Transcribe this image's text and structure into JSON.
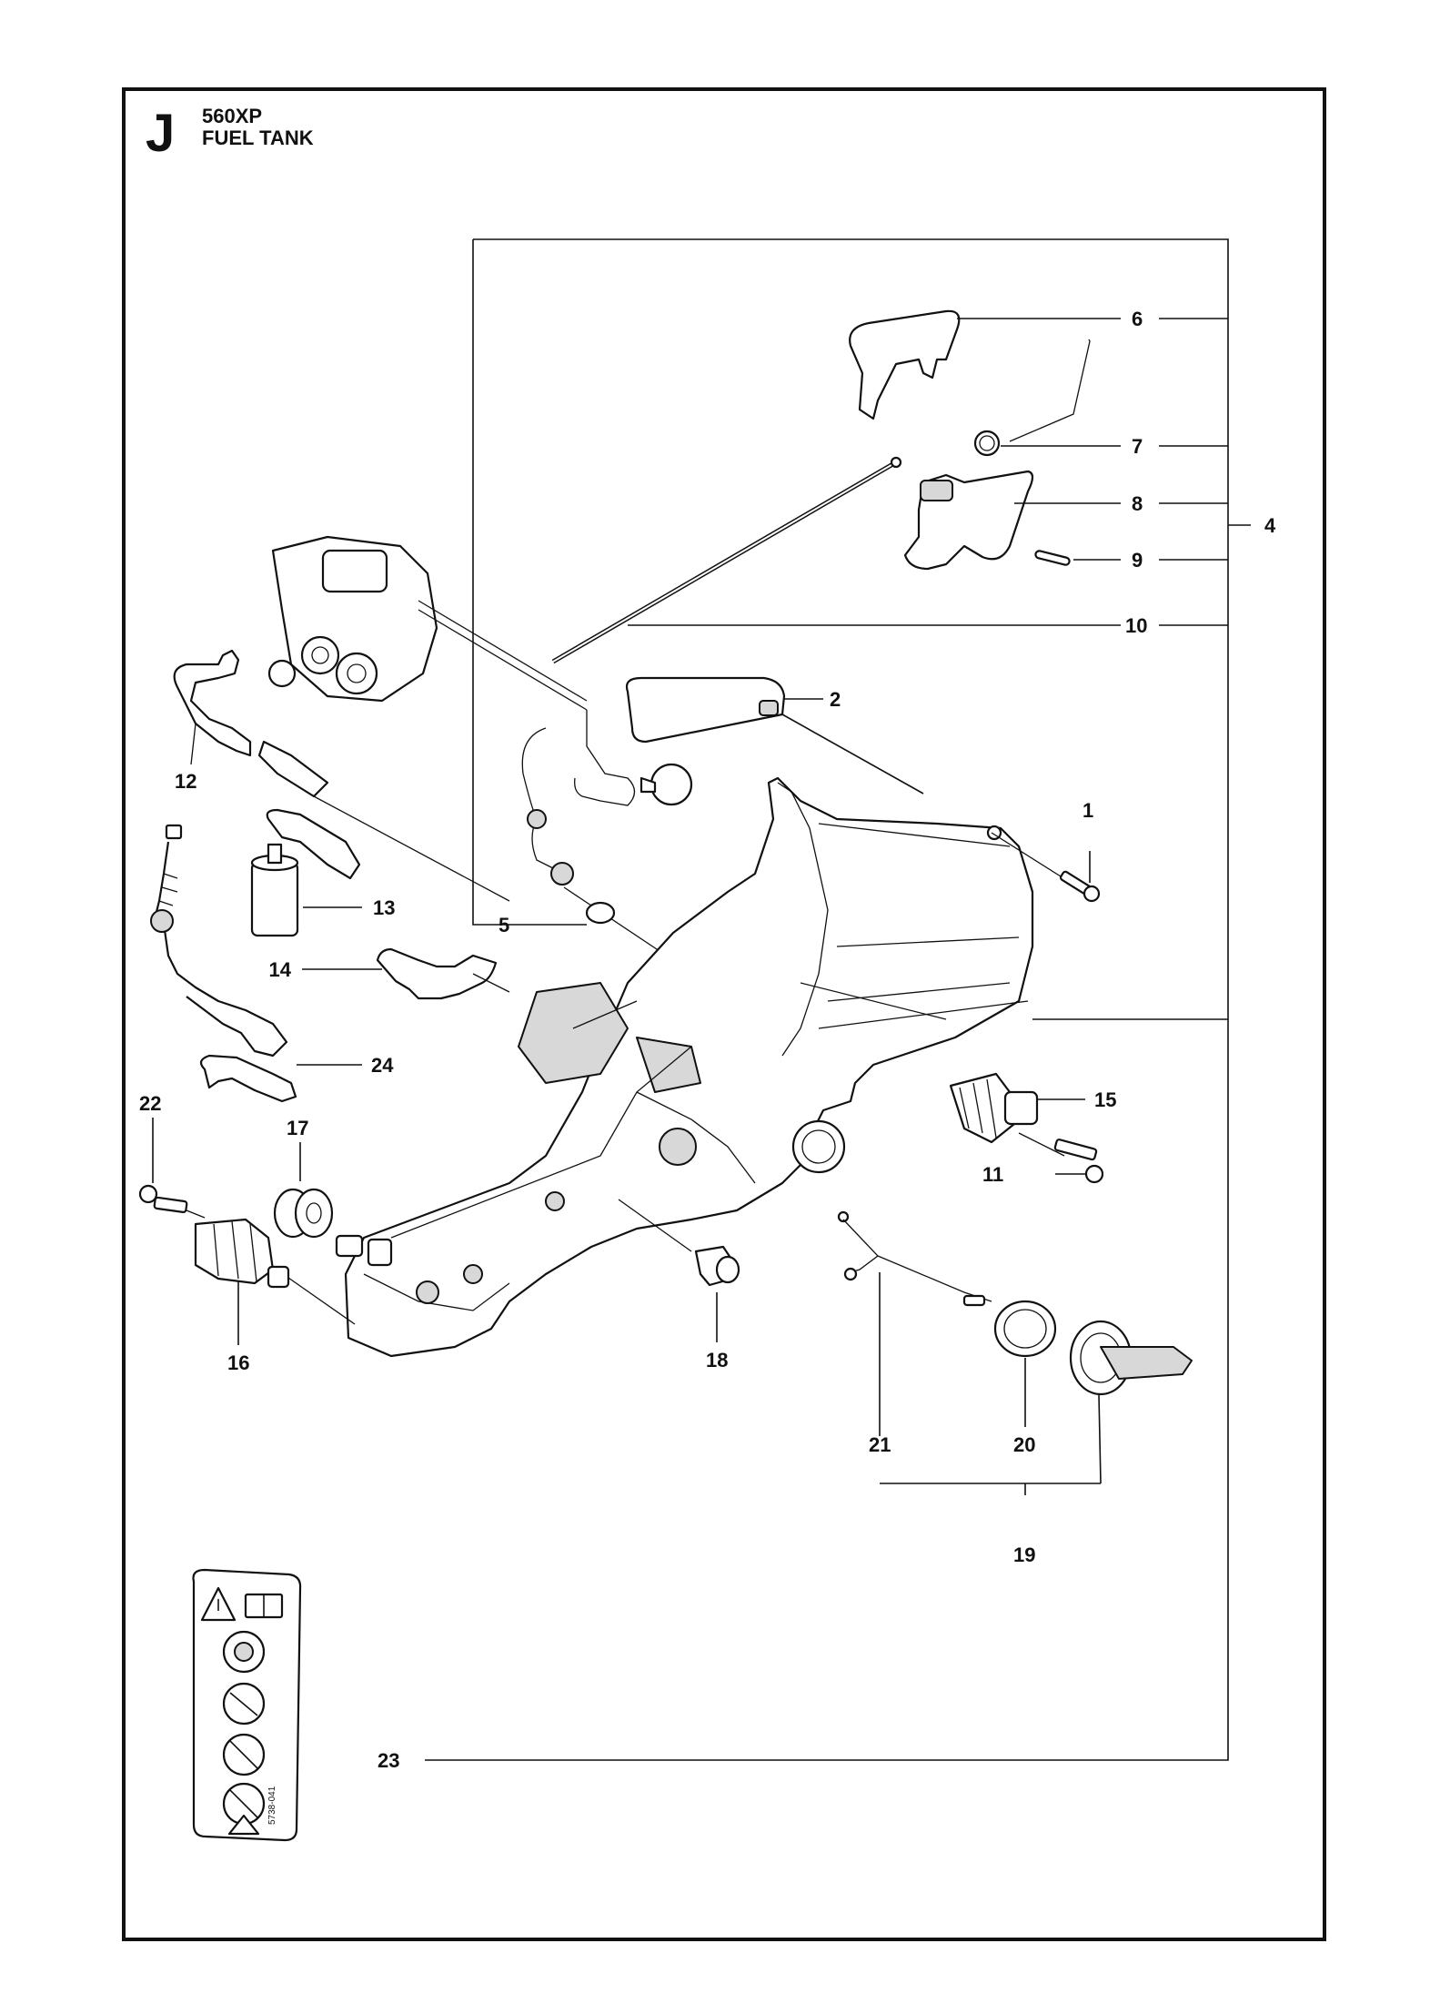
{
  "header": {
    "section_letter": "J",
    "model": "560XP",
    "title": "FUEL TANK"
  },
  "part_labels": [
    "1",
    "2",
    "4",
    "5",
    "6",
    "7",
    "8",
    "9",
    "10",
    "11",
    "12",
    "13",
    "14",
    "15",
    "16",
    "17",
    "18",
    "19",
    "20",
    "21",
    "22",
    "23",
    "24"
  ],
  "decal_code": "5738-041"
}
